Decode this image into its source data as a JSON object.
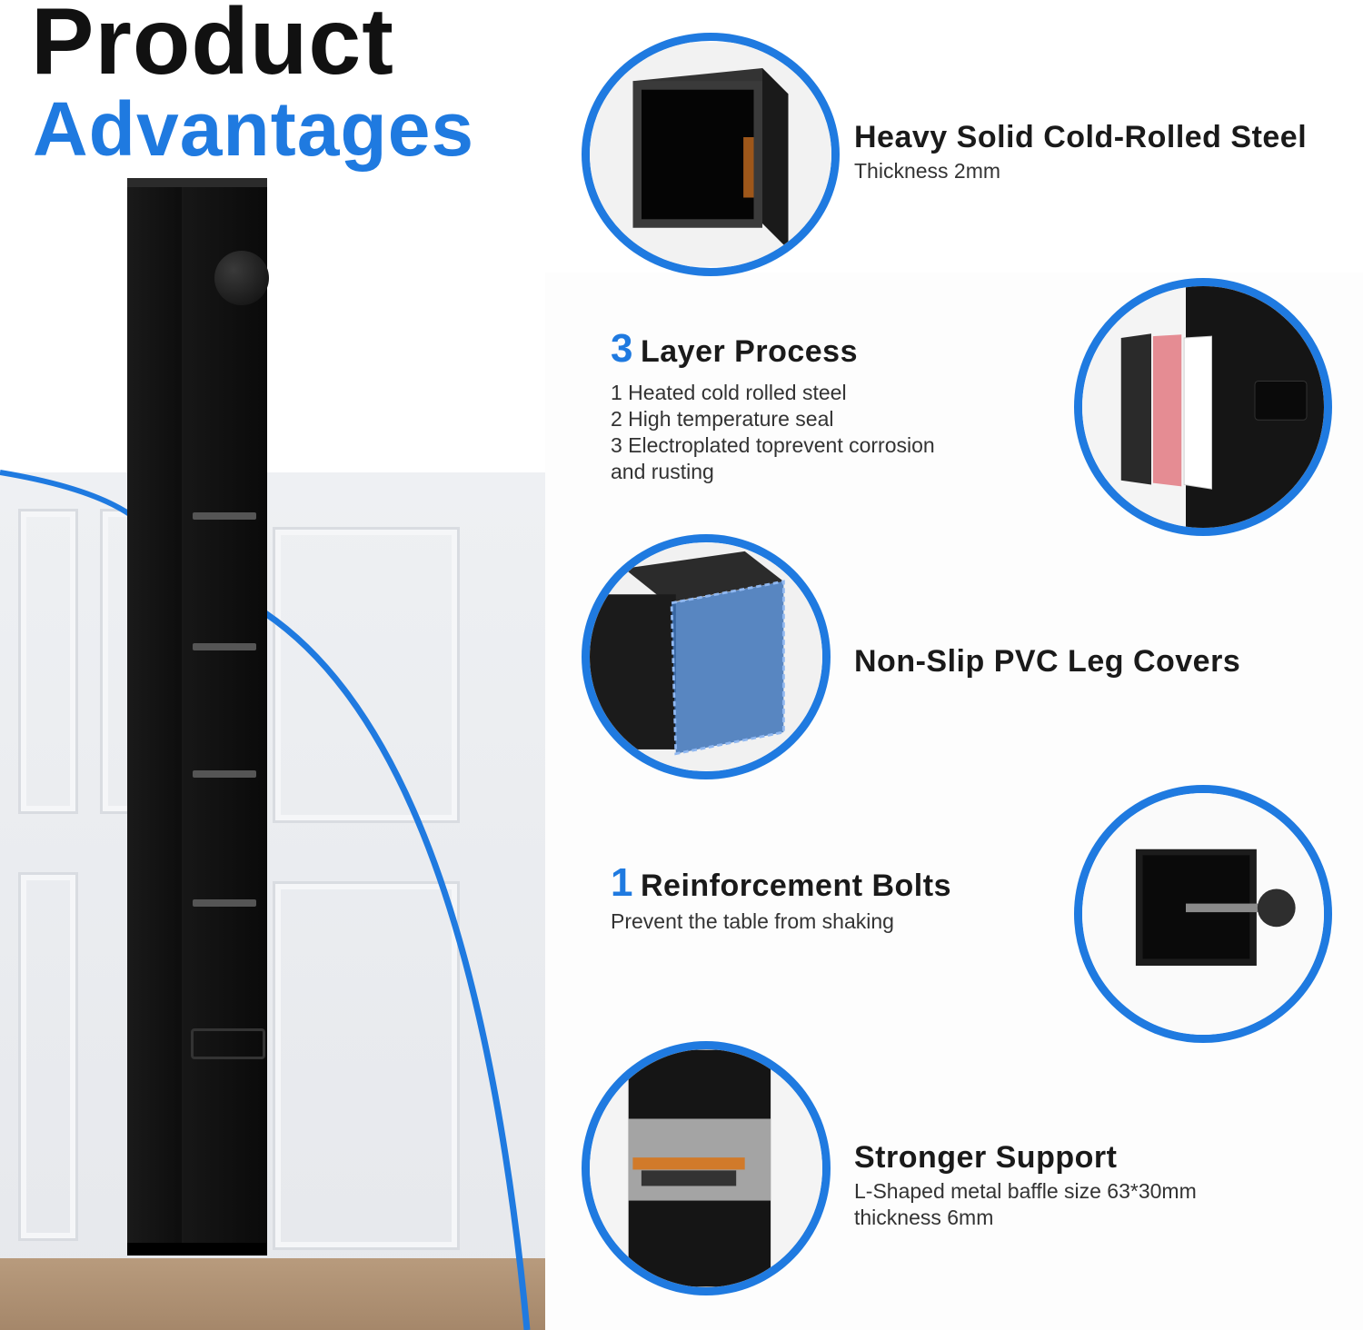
{
  "title": {
    "line1": "Product",
    "line2": "Advantages"
  },
  "colors": {
    "accent": "#1f7ae0",
    "text": "#1a1a1a",
    "circle_border": "#1f7ae0"
  },
  "features": [
    {
      "number": "",
      "heading": "Heavy Solid Cold-Rolled Steel",
      "lines": [
        "Thickness 2mm"
      ]
    },
    {
      "number": "3",
      "heading": "Layer Process",
      "lines": [
        "1 Heated cold rolled steel",
        "2 High temperature seal",
        "3 Electroplated toprevent corrosion",
        "and rusting"
      ]
    },
    {
      "number": "",
      "heading": "Non-Slip PVC Leg Covers",
      "lines": []
    },
    {
      "number": "1",
      "heading": "Reinforcement Bolts",
      "lines": [
        "Prevent the table from shaking"
      ]
    },
    {
      "number": "",
      "heading": "Stronger Support",
      "lines": [
        "L-Shaped metal baffle size 63*30mm",
        "thickness 6mm"
      ]
    }
  ],
  "images": {
    "leg": "table-leg-image",
    "steel": "square-tube-cross-section-image",
    "layers": "three-layer-coating-image",
    "pvc": "pvc-leg-cover-image",
    "bolt": "reinforcement-bolt-image",
    "baffle": "l-shaped-baffle-image"
  }
}
